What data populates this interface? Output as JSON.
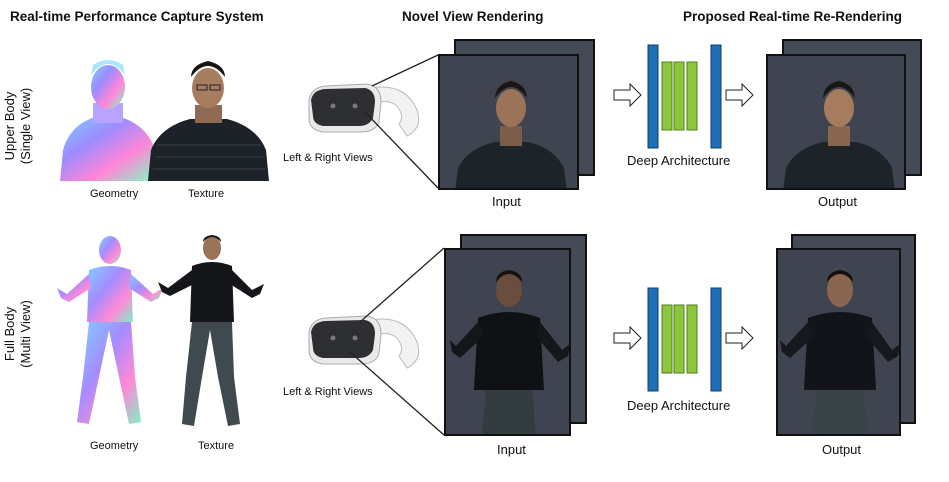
{
  "headers": {
    "capture": "Real-time Performance Capture System",
    "novel_view": "Novel View Rendering",
    "rerendering": "Proposed Real-time Re-Rendering"
  },
  "rows": [
    {
      "label_main": "Upper Body",
      "label_sub": "(Single View)",
      "geometry_caption": "Geometry",
      "texture_caption": "Texture",
      "views_caption": "Left & Right Views",
      "input_caption": "Input",
      "architecture_caption": "Deep Architecture",
      "output_caption": "Output"
    },
    {
      "label_main": "Full Body",
      "label_sub": "(Multi View)",
      "geometry_caption": "Geometry",
      "texture_caption": "Texture",
      "views_caption": "Left & Right Views",
      "input_caption": "Input",
      "architecture_caption": "Deep Architecture",
      "output_caption": "Output"
    }
  ],
  "colors": {
    "encoder_blue": "#1f6fb7",
    "bottleneck_green": "#8cc63f",
    "frame_bg": "#3f4450"
  }
}
